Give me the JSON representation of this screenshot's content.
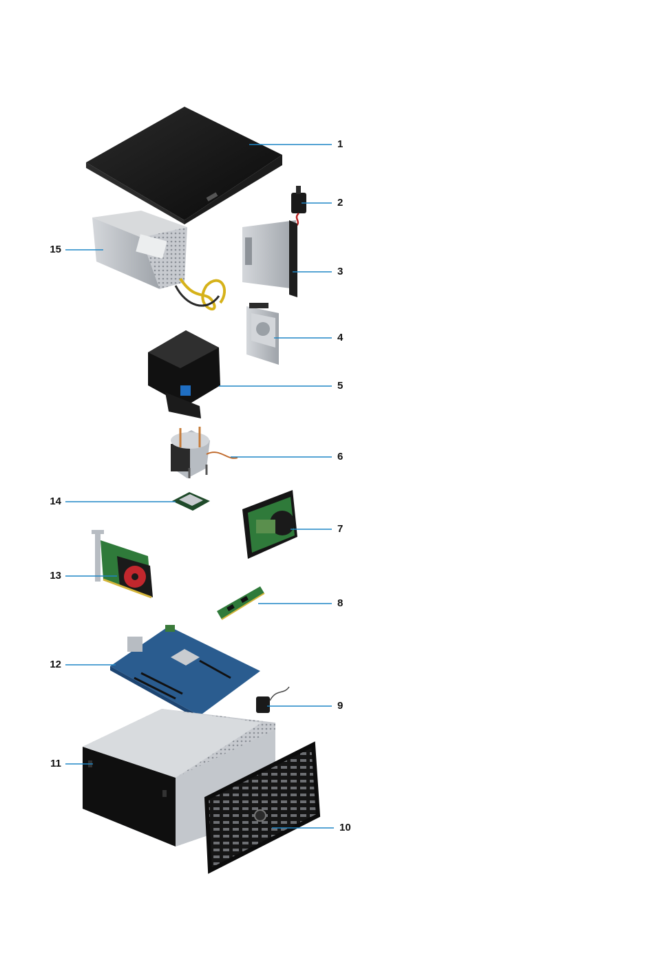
{
  "diagram": {
    "callouts": [
      {
        "number": "1",
        "part": "side-cover"
      },
      {
        "number": "2",
        "part": "intrusion-switch"
      },
      {
        "number": "3",
        "part": "optical-drive"
      },
      {
        "number": "4",
        "part": "2-5-inch-hard-drive-in-bracket"
      },
      {
        "number": "5",
        "part": "fan-shroud"
      },
      {
        "number": "6",
        "part": "heat-sink-fan"
      },
      {
        "number": "7",
        "part": "3-5-inch-hard-drive"
      },
      {
        "number": "8",
        "part": "memory-module"
      },
      {
        "number": "9",
        "part": "speaker"
      },
      {
        "number": "10",
        "part": "front-bezel"
      },
      {
        "number": "11",
        "part": "chassis"
      },
      {
        "number": "12",
        "part": "system-board"
      },
      {
        "number": "13",
        "part": "graphics-card"
      },
      {
        "number": "14",
        "part": "processor"
      },
      {
        "number": "15",
        "part": "power-supply-unit"
      }
    ],
    "colors": {
      "leader_line": "#1f86c5",
      "number_text": "#111111",
      "cover": "#121212",
      "metal": "#b9bdc2",
      "pcb_blue": "#2a5c8f",
      "pcb_green": "#3f7a3c",
      "fan_red": "#c2272d"
    }
  }
}
